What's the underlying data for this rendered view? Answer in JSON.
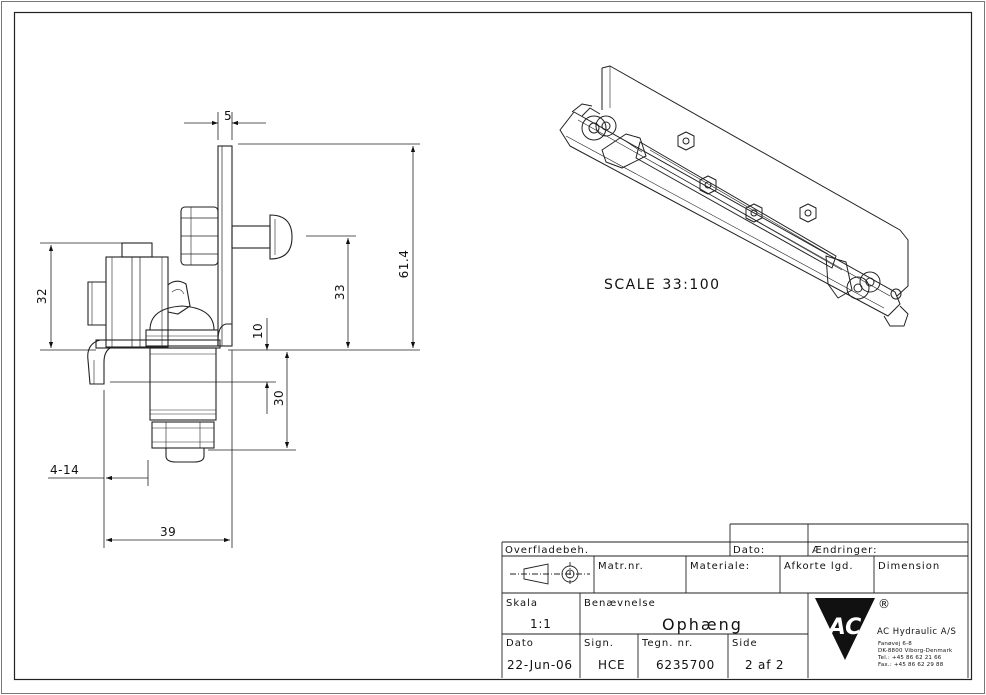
{
  "dimensions": {
    "d5": "5",
    "d61_4": "61.4",
    "d32": "32",
    "d33": "33",
    "d10": "10",
    "d30": "30",
    "d4_14": "4-14",
    "d39": "39"
  },
  "iso_view": {
    "scale_label": "SCALE  33:100"
  },
  "title_block": {
    "surface_label": "Overfladebeh.",
    "date_label": "Dato:",
    "changes_label": "Ændringer:",
    "matr_label": "Matr.nr.",
    "material_label": "Materiale:",
    "cut_length_label": "Afkorte lgd.",
    "dimension_label": "Dimension",
    "scale_label": "Skala",
    "scale_value": "1:1",
    "name_label": "Benævnelse",
    "name_value": "Ophæng",
    "date2_label": "Dato",
    "date_value": "22-Jun-06",
    "sign_label": "Sign.",
    "sign_value": "HCE",
    "drawing_no_label": "Tegn. nr.",
    "drawing_no_value": "6235700",
    "page_label": "Side",
    "page_value": "2 af 2",
    "company": {
      "logo_text": "AC",
      "registered": "®",
      "name": "AC Hydraulic A/S",
      "address1": "Fanøvej 6-8",
      "address2": "DK-8800 Viborg-Denmark",
      "phone": "Tel.: +45 86 62 21 66",
      "fax": "Fax.: +45 86 62 29 88"
    }
  }
}
